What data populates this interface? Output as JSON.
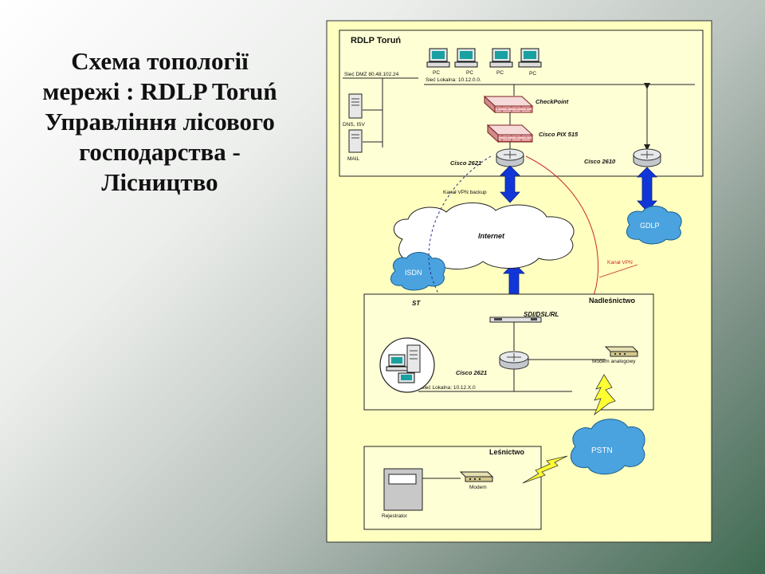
{
  "slide": {
    "title_lines": [
      "Схема топології",
      "мережі : RDLP Toruń",
      "Управління лісового",
      "господарства -",
      "Лісництво"
    ]
  },
  "diagram": {
    "rdlp_title": "RDLP Toruń",
    "dmz_label": "Sieć DMZ 80.48.102.24",
    "dns_label": "DNS, ISV",
    "mail_label": "MAIL",
    "pc_labels": [
      "PC",
      "PC",
      "PC",
      "PC"
    ],
    "lan_top_label": "Sieć Lokalna: 10.12.0.0.",
    "checkpoint_label": "CheckPoint",
    "pix_label": "Cisco PIX 515",
    "cisco2621_top_label": "Cisco 2621",
    "cisco2610_label": "Cisco 2610",
    "vpn_backup_label": "Kanał VPN backup",
    "internet_label": "Internet",
    "gdlp_label": "GDLP",
    "isdn_label": "ISDN",
    "vpn_label": "Kanał VPN",
    "nadlesnictwo_title": "Nadleśnictwo",
    "st_label": "ST",
    "sdi_label": "SDI/DSL/RL",
    "modem_analog_label": "Modem analogowy",
    "cisco2621_bottom_label": "Cisco 2621",
    "lan_bottom_label": "Sieć Lokalna: 10.12.X.0",
    "lesnictwo_title": "Leśnictwo",
    "pstn_label": "PSTN",
    "modem_label": "Modem",
    "rejestrator_label": "Rejestrator",
    "colors": {
      "panel": "#ffffc0",
      "box": "#ffffd6",
      "cloud_blue": "#4aa3df",
      "arrow_blue": "#1136d8",
      "vpn_red": "#cc2a2a",
      "bolt": "#ffff33"
    }
  }
}
